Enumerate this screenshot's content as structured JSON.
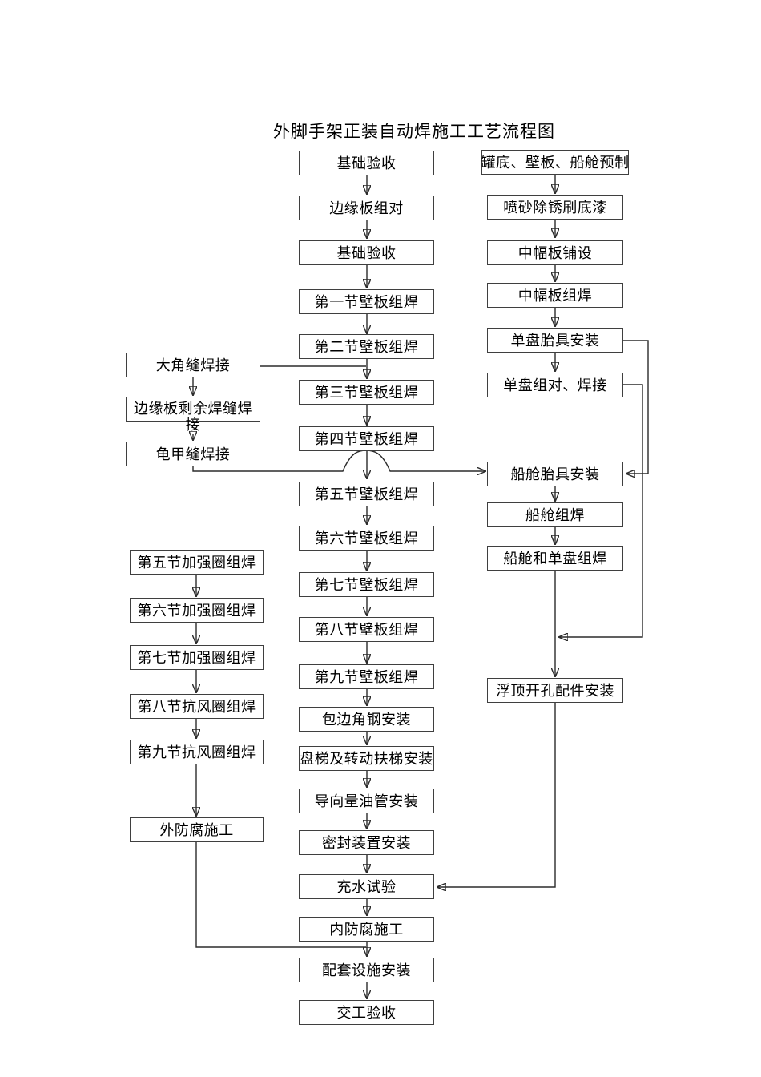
{
  "page_title": "外脚手架正装自动焊施工工艺流程图",
  "flow": {
    "center": [
      "基础验收",
      "边缘板组对",
      "基础验收",
      "第一节壁板组焊",
      "第二节壁板组焊",
      "第三节壁板组焊",
      "第四节壁板组焊",
      "第五节壁板组焊",
      "第六节壁板组焊",
      "第七节壁板组焊",
      "第八节壁板组焊",
      "第九节壁板组焊",
      "包边角钢安装",
      "盘梯及转动扶梯安装",
      "导向量油管安装",
      "密封装置安装",
      "充水试验",
      "内防腐施工",
      "配套设施安装",
      "交工验收"
    ],
    "right": [
      "罐底、壁板、船舱预制",
      "喷砂除锈刷底漆",
      "中幅板铺设",
      "中幅板组焊",
      "单盘胎具安装",
      "单盘组对、焊接",
      "船舱胎具安装",
      "船舱组焊",
      "船舱和单盘组焊",
      "浮顶开孔配件安装"
    ],
    "left_top": [
      "大角缝焊接",
      "边缘板剩余焊缝焊接",
      "龟甲缝焊接"
    ],
    "left_bottom": [
      "第五节加强圈组焊",
      "第六节加强圈组焊",
      "第七节加强圈组焊",
      "第八节抗风圈组焊",
      "第九节抗风圈组焊",
      "外防腐施工"
    ]
  },
  "colors": {
    "background": "#ffffff",
    "box_border": "#3f3f3f",
    "line": "#2b2b2b",
    "text": "#000000"
  }
}
